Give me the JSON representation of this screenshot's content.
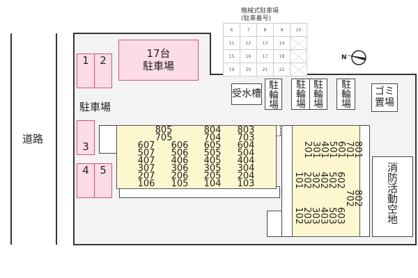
{
  "road_label": "道路",
  "mechanical_parking": {
    "title": "機械式駐車場",
    "subtitle": "(駐車番号)",
    "rows": [
      [
        {
          "n": "6"
        },
        {
          "n": "7"
        },
        {
          "n": "8"
        },
        {
          "n": "9"
        },
        {
          "n": "10"
        }
      ],
      [
        {
          "n": "11"
        },
        {
          "n": "12"
        },
        {
          "n": "13"
        },
        {
          "n": "14"
        },
        {
          "n": "",
          "crossed": true
        }
      ],
      [
        {
          "n": "15"
        },
        {
          "n": "16"
        },
        {
          "n": "17"
        },
        {
          "n": "18"
        },
        {
          "n": "",
          "crossed": true
        }
      ],
      [
        {
          "n": "19"
        },
        {
          "n": "20"
        },
        {
          "n": "21"
        },
        {
          "n": "22"
        },
        {
          "n": "",
          "crossed": true
        }
      ]
    ]
  },
  "compass": {
    "label": "N"
  },
  "parking_spaces": [
    "1",
    "2",
    "3",
    "4",
    "5"
  ],
  "lot17": {
    "line1": "17台",
    "line2": "駐車場"
  },
  "parking_label": "駐車場",
  "water_tank": "受水槽",
  "bicycle_parking": "駐輪場",
  "garbage": {
    "col1": "ゴ",
    "col2": "ミ",
    "line": "置場",
    "full": "ゴミ置場"
  },
  "fire_space": "消防活動空地",
  "left_building": {
    "top_row": [
      "805",
      "804",
      "803"
    ],
    "second_row": [
      "705",
      "704",
      "703"
    ],
    "columns": [
      [
        "607",
        "507",
        "407",
        "307",
        "207",
        "106"
      ],
      [
        "606",
        "506",
        "406",
        "306",
        "206",
        "105"
      ],
      [
        "605",
        "505",
        "405",
        "305",
        "205",
        "104"
      ],
      [
        "604",
        "504",
        "404",
        "304",
        "204",
        "103"
      ]
    ]
  },
  "right_building": {
    "group_top": [
      "801",
      "701",
      "601",
      "501",
      "401",
      "301",
      "201"
    ],
    "group_middle": [
      "602",
      "502",
      "402",
      "302",
      "202",
      "101"
    ],
    "group_corner": [
      "802",
      "702"
    ],
    "group_bottom": [
      "603",
      "503",
      "403",
      "303",
      "203",
      "102"
    ]
  },
  "colors": {
    "parking_fill": "#fcdde6",
    "parking_border": "#d9506e",
    "building_fill": "#fcf7cf",
    "site_fill": "#f3f3f3"
  }
}
